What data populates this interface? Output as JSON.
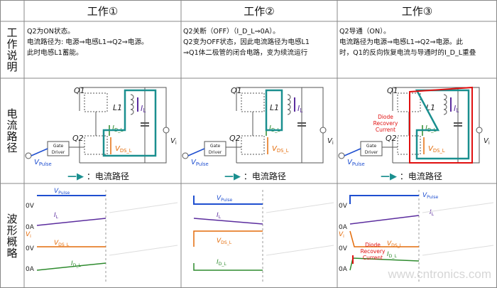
{
  "columns": [
    {
      "header": "工作①",
      "desc": [
        "Q2为ON状态。",
        "电流路径为: 电源⇒电感L1⇒Q2⇒电源。",
        "此时电感L1蓄能。"
      ]
    },
    {
      "header": "工作②",
      "desc": [
        "Q2关断（OFF）（I_D_L⇒0A）。",
        "Q2变为OFF状态，因此电流路径为电感L1",
        "⇒Q1体二极管的闭合电路，变为续流运行"
      ]
    },
    {
      "header": "工作③",
      "desc": [
        "Q2导通（ON）。",
        "电流路径为电源⇒电感L1⇒Q2⇒电源。此",
        "时，Q1的反向恢复电流与导通时的I_D_L重叠"
      ]
    }
  ],
  "rows": {
    "description": "工作说明",
    "circuit": "电流路径",
    "waveform": "波形概略"
  },
  "legend": {
    "label": "：电流路径"
  },
  "circuit": {
    "q1": "Q1",
    "q2": "Q2",
    "l1": "L1",
    "il": "I",
    "il_sub": "L",
    "id": "I",
    "id_sub": "D_L",
    "vds": "V",
    "vds_sub": "DS_L",
    "vi": "V",
    "vi_sub": "i",
    "vpulse": "V",
    "vpulse_sub": "Pulse",
    "gate1": "Gate",
    "gate2": "Driver",
    "diode_rr": [
      "Diode",
      "Recovery",
      "Current"
    ]
  },
  "waveform": {
    "vpulse": "V",
    "vpulse_sub": "Pulse",
    "il": "I",
    "il_sub": "L",
    "vi": "V",
    "vi_sub": "i",
    "vds": "V",
    "vds_sub": "DS_L",
    "id": "I",
    "id_sub": "D_L",
    "zero_v": "0V",
    "zero_a": "0A",
    "diode_rr": [
      "Diode",
      "Recovery",
      "Current"
    ]
  },
  "colors": {
    "path": "#1a8f8f",
    "current": "#5b2d9e",
    "vds": "#e46c0a",
    "blue": "#1f4fd0",
    "red": "#e01010",
    "green": "#2e8b2e"
  },
  "watermark": "www.cntronics.com"
}
